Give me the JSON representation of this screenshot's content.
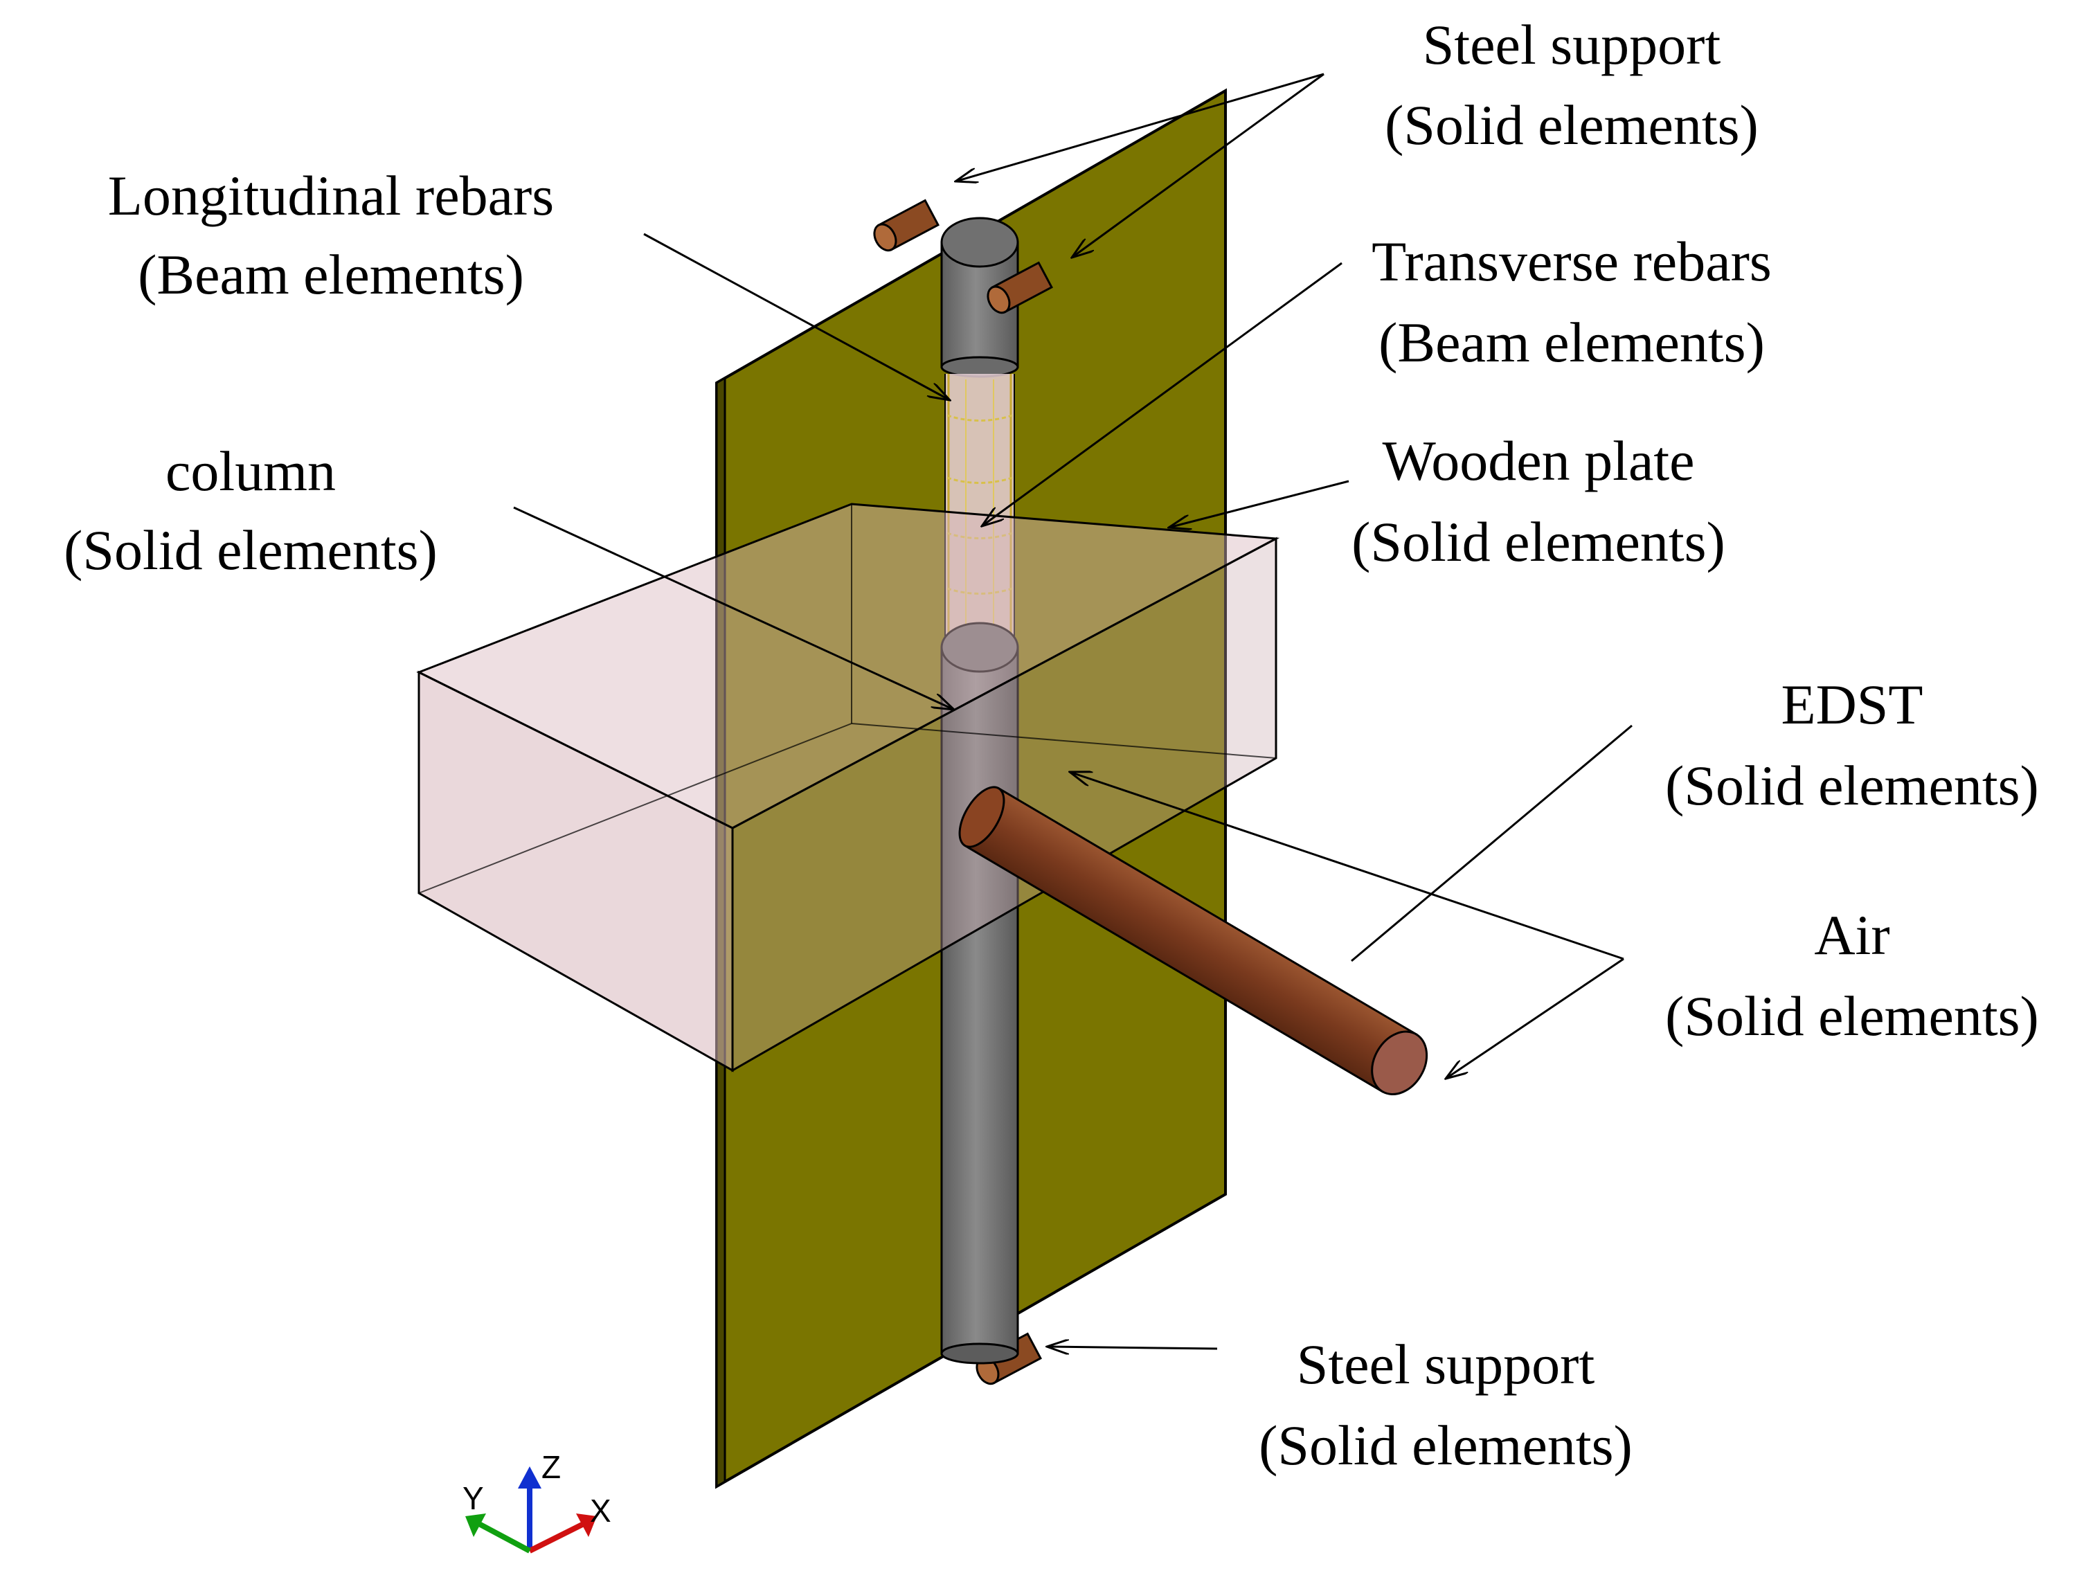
{
  "labels": {
    "steel_support_top": {
      "line1": "Steel support",
      "line2": "(Solid elements)"
    },
    "longitudinal_rebars": {
      "line1": "Longitudinal rebars",
      "line2": "(Beam elements)"
    },
    "transverse_rebars": {
      "line1": "Transverse rebars",
      "line2": "(Beam elements)"
    },
    "column": {
      "line1": "column",
      "line2": "(Solid elements)"
    },
    "wooden_plate": {
      "line1": "Wooden plate",
      "line2": "(Solid elements)"
    },
    "edst": {
      "line1": "EDST",
      "line2": "(Solid elements)"
    },
    "air": {
      "line1": "Air",
      "line2": "(Solid elements)"
    },
    "steel_support_bottom": {
      "line1": "Steel support",
      "line2": "(Solid elements)"
    }
  },
  "axes": {
    "x": "X",
    "y": "Y",
    "z": "Z"
  },
  "colors": {
    "wooden_plate": "#7a7500",
    "wooden_plate_dark": "#5f5b00",
    "air_box": "#d9b8be",
    "column": "#7c7c7c",
    "column_top": "#6c6c6c",
    "steel": "#8b4a22",
    "edst": "#7a3a1e",
    "rebar": "#d8c04a",
    "axis_x": "#d01010",
    "axis_y": "#10a010",
    "axis_z": "#1030d0"
  }
}
